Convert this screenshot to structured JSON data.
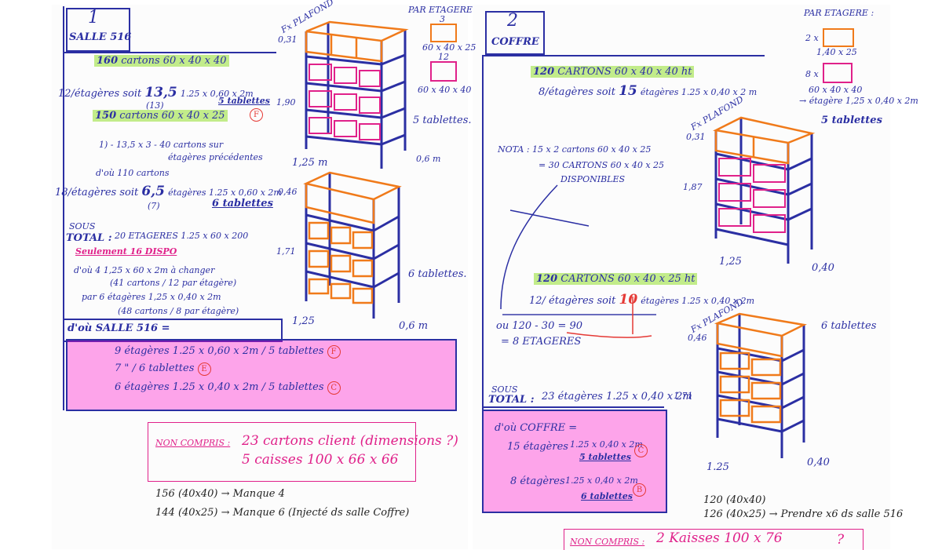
{
  "left": {
    "num": "1",
    "room": "SALLE 516",
    "line1_count": "160",
    "line1_text": "cartons 60 x 40 x 40",
    "line2": "12/étagères soit",
    "line2_big": "13,5",
    "line2_sub": "(13)",
    "line2_dim": "1.25 x 0,60 x 2m",
    "line2_tab": "5 tablettes",
    "circle_F": "F",
    "line3_count": "150",
    "line3_text": "cartons 60 x 40 x 25",
    "calc1": "1) - 13,5 x 3 - 40 cartons sur",
    "calc2": "étagères précédentes",
    "calc3": "d'où 110 cartons",
    "line4": "18/étagères soit",
    "line4_big": "6,5",
    "line4_dim": "étagères 1.25 x 0,60 x 2m",
    "line4_sub": "(7)",
    "line4_tab": "6 tablettes",
    "sous": "SOUS",
    "total_label": "TOTAL :",
    "total_val": "20 ETAGERES 1.25 x 60 x 200",
    "dispo": "Seulement 16 DISPO",
    "doit1": "d'où 4 1,25 x 60 x 2m à changer",
    "doit2": "(41 cartons / 12 par étagère)",
    "doit3": "par 6 étagères 1,25 x 0,40 x 2m",
    "doit4": "(48 cartons / 8 par étagère)",
    "dou_label": "d'où SALLE 516 =",
    "res1": "9 étagères 1.25 x 0,60 x 2m / 5 tablettes",
    "res2": "7 \" / 6 tablettes",
    "res3": "6 étagères 1.25 x 0,40 x 2m / 5 tablettes",
    "c1": "F",
    "c2": "E",
    "c3": "C",
    "nc_label": "NON COMPRIS :",
    "nc1": "23 cartons client (dimensions ?)",
    "nc2": "5 caisses 100 x 66 x 66",
    "m1": "156 (40x40) → Manque 4",
    "m2": "144 (40x25) → Manque 6 (Injecté ds salle Coffre)",
    "fx_plafond": "Fx PLAFOND",
    "dim_031": "0,31",
    "dim_190": "1,90",
    "dim_125a": "1,25 m",
    "dim_06a": "0,6 m",
    "tab5": "5 tablettes.",
    "dim_046": "0,46",
    "dim_171": "1,71",
    "dim_125b": "1,25",
    "dim_06b": "0,6 m",
    "tab6": "6 tablettes.",
    "par_etagere": "PAR ETAGERE",
    "pe_3": "3",
    "pe_dim1": "60 x 40 x 25",
    "pe_12": "12",
    "pe_dim2": "60 x 40 x 40"
  },
  "right": {
    "num": "2",
    "room": "COFFRE",
    "par_etagere": "PAR ETAGERE :",
    "pe1": "2 x",
    "pe1_dim": "1,40 x 25",
    "pe2": "8 x",
    "pe2_dim": "60 x 40 x 40",
    "pe2_note": "→ étagère 1,25 x 0,40 x 2m",
    "tab5": "5 tablettes",
    "line1_count": "120",
    "line1_text": "CARTONS 60 x 40 x 40 ht",
    "line2": "8/étagères soit",
    "line2_big": "15",
    "line2_dim": "étagères 1.25 x 0,40 x 2 m",
    "nota1": "NOTA : 15 x 2 cartons 60 x 40 x 25",
    "nota2": "= 30 CARTONS 60 x 40 x 25",
    "nota3": "DISPONIBLES",
    "fx_plafond": "Fx PLAFOND",
    "dim_031": "0,31",
    "dim_187": "1,87",
    "dim_125a": "1,25",
    "dim_040a": "0,40",
    "line3_count": "120",
    "line3_text": "CARTONS 60 x 40 x 25 ht",
    "line4": "12/ étagères soit",
    "line4_big": "10",
    "line4_dim": "étagères 1.25 x 0,40 x 2m",
    "ou1": "ou 120 - 30 = 90",
    "ou2": "= 8 ETAGERES",
    "tab6": "6 tablettes",
    "dim_046": "0,46",
    "dim_171": "1,71",
    "dim_125b": "1.25",
    "dim_040b": "0,40",
    "sous": "SOUS",
    "total_label": "TOTAL :",
    "total_val": "23 étagères 1.25 x 0,40 x 2m",
    "dou_label": "d'où COFFRE =",
    "r1a": "15 étagères",
    "r1b": "1.25 x 0,40 x 2m",
    "r1c": "5 tablettes",
    "r1_circ": "C",
    "r2a": "8 étagères",
    "r2b": "1.25 x 0,40 x 2m",
    "r2c": "6 tablettes",
    "r2_circ": "B",
    "m1": "120 (40x40)",
    "m2": "126 (40x25) → Prendre x6 ds salle 516",
    "nc_label": "NON COMPRIS :",
    "nc1": "2 Kaisses 100 x 76",
    "nc_q": "?"
  }
}
